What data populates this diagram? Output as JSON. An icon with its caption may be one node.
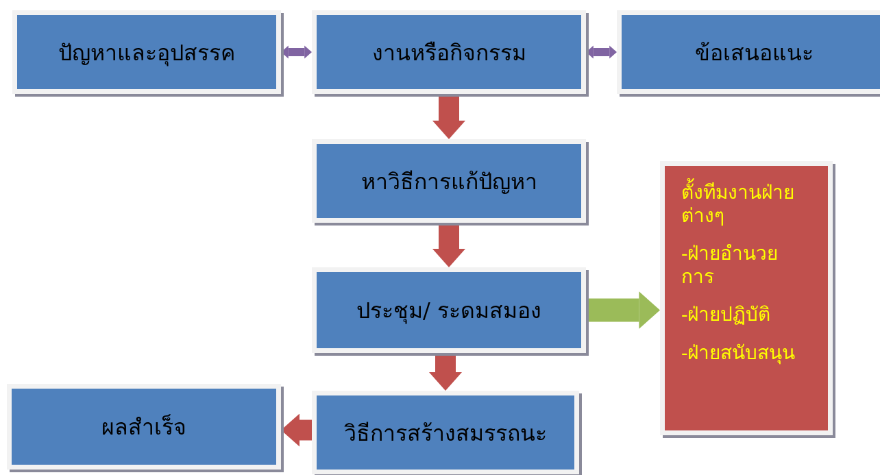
{
  "diagram": {
    "nodes": [
      {
        "text": [
          "ปัญหาและอุปสรรค"
        ]
      },
      {
        "text": [
          "งานหรือกิจกรรม"
        ]
      },
      {
        "text": [
          "ข้อเสนอแนะ"
        ]
      },
      {
        "text": [
          "หาวิธีการแก้ปัญหา"
        ]
      },
      {
        "text": [
          "ประชุม/ ระดมสมอง"
        ]
      },
      {
        "text": [
          "ตั้งทีมงานฝ่ายต่างๆ",
          "-ฝ่ายอำนวยการ",
          "-ฝ่ายปฏิบัติ",
          "-ฝ่ายสนับสนุน"
        ]
      },
      {
        "text": [
          "ผลสำเร็จ"
        ]
      },
      {
        "text": [
          "วิธีการสร้างสมรรถนะ"
        ]
      }
    ],
    "edges": [
      {
        "from": 0,
        "to": 1,
        "arrow": "both",
        "color": "#8064a2"
      },
      {
        "from": 1,
        "to": 2,
        "arrow": "both",
        "color": "#8064a2"
      },
      {
        "from": 1,
        "to": 3,
        "arrow": "to"
      },
      {
        "from": 3,
        "to": 4,
        "arrow": "to"
      },
      {
        "from": 4,
        "to": 5,
        "arrow": "to",
        "color": "#9bbb59"
      },
      {
        "from": 4,
        "to": 7,
        "arrow": "to"
      },
      {
        "from": 7,
        "to": 6,
        "arrow": "to"
      }
    ]
  }
}
